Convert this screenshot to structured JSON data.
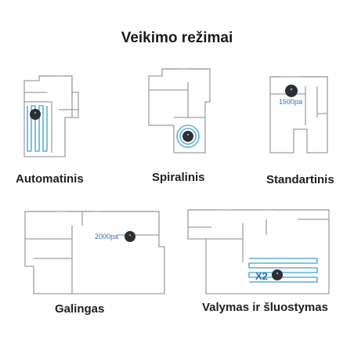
{
  "title": "Veikimo režimai",
  "modes": [
    {
      "label": "Automatinis"
    },
    {
      "label": "Spiralinis"
    },
    {
      "label": "Standartinis",
      "badge": "1600pa"
    },
    {
      "label": "Galingas",
      "badge": "2000pa"
    },
    {
      "label": "Valymas ir šluostymas",
      "badge": "X2"
    }
  ],
  "colors": {
    "wall": "#9aa0a6",
    "path": "#5fb1d6",
    "robot": "#2b2f33",
    "badge_text": "#3f6fb0"
  }
}
